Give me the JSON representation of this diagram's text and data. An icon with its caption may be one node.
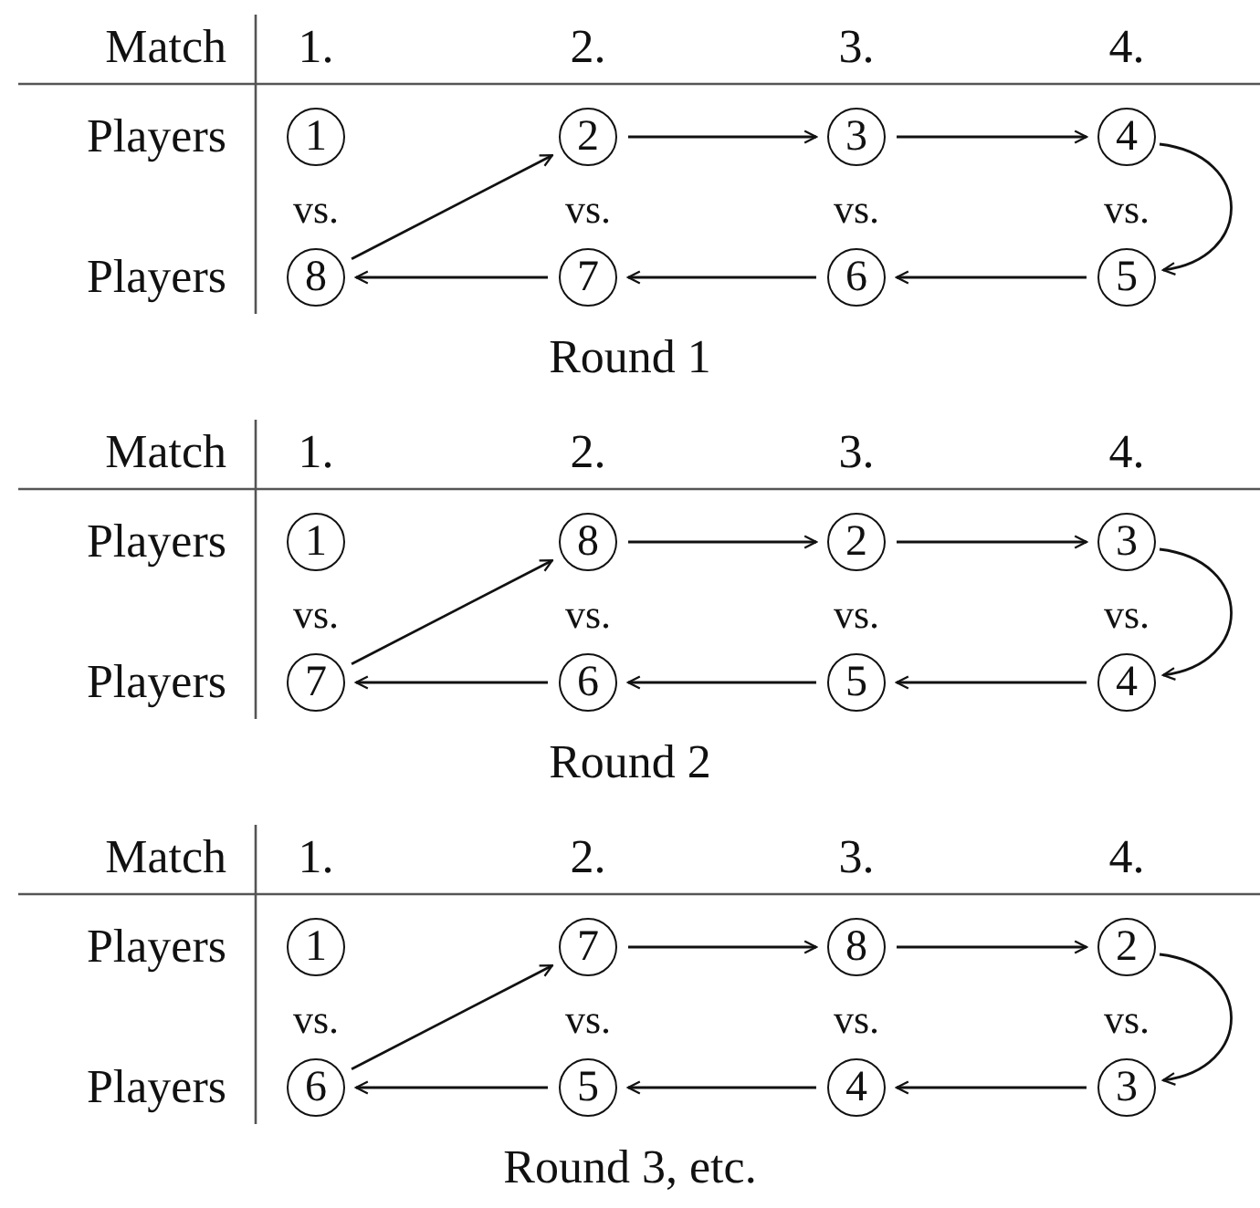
{
  "diagram": {
    "nodes": [
      {
        "text": [
          "1"
        ]
      },
      {
        "text": [
          "2"
        ]
      },
      {
        "text": [
          "3"
        ]
      },
      {
        "text": [
          "4"
        ]
      },
      {
        "text": [
          "8"
        ]
      },
      {
        "text": [
          "7"
        ]
      },
      {
        "text": [
          "6"
        ]
      },
      {
        "text": [
          "5"
        ]
      },
      {
        "text": [
          "1"
        ]
      },
      {
        "text": [
          "8"
        ]
      },
      {
        "text": [
          "2"
        ]
      },
      {
        "text": [
          "3"
        ]
      },
      {
        "text": [
          "7"
        ]
      },
      {
        "text": [
          "6"
        ]
      },
      {
        "text": [
          "5"
        ]
      },
      {
        "text": [
          "4"
        ]
      },
      {
        "text": [
          "1"
        ]
      },
      {
        "text": [
          "7"
        ]
      },
      {
        "text": [
          "8"
        ]
      },
      {
        "text": [
          "2"
        ]
      },
      {
        "text": [
          "6"
        ]
      },
      {
        "text": [
          "5"
        ]
      },
      {
        "text": [
          "4"
        ]
      },
      {
        "text": [
          "3"
        ]
      }
    ],
    "edges": [
      {
        "from": 1,
        "to": 2,
        "arrow": "to"
      },
      {
        "from": 2,
        "to": 3,
        "arrow": "to"
      },
      {
        "from": 3,
        "to": 7,
        "arrow": "to"
      },
      {
        "from": 7,
        "to": 6,
        "arrow": "to"
      },
      {
        "from": 6,
        "to": 5,
        "arrow": "to"
      },
      {
        "from": 5,
        "to": 4,
        "arrow": "to"
      },
      {
        "from": 4,
        "to": 1,
        "arrow": "to"
      },
      {
        "from": 9,
        "to": 10,
        "arrow": "to"
      },
      {
        "from": 10,
        "to": 11,
        "arrow": "to"
      },
      {
        "from": 11,
        "to": 15,
        "arrow": "to"
      },
      {
        "from": 15,
        "to": 14,
        "arrow": "to"
      },
      {
        "from": 14,
        "to": 13,
        "arrow": "to"
      },
      {
        "from": 13,
        "to": 12,
        "arrow": "to"
      },
      {
        "from": 12,
        "to": 9,
        "arrow": "to"
      },
      {
        "from": 17,
        "to": 18,
        "arrow": "to"
      },
      {
        "from": 18,
        "to": 19,
        "arrow": "to"
      },
      {
        "from": 19,
        "to": 23,
        "arrow": "to"
      },
      {
        "from": 23,
        "to": 22,
        "arrow": "to"
      },
      {
        "from": 22,
        "to": 21,
        "arrow": "to"
      },
      {
        "from": 21,
        "to": 20,
        "arrow": "to"
      },
      {
        "from": 20,
        "to": 17,
        "arrow": "to"
      }
    ],
    "labels": [
      "Match",
      "1.",
      "2.",
      "3.",
      "4.",
      "Players",
      "vs.",
      "vs.",
      "vs.",
      "vs.",
      "Players",
      "Round 1",
      "Match",
      "1.",
      "2.",
      "3.",
      "4.",
      "Players",
      "vs.",
      "vs.",
      "vs.",
      "vs.",
      "Players",
      "Round 2",
      "Match",
      "1.",
      "2.",
      "3.",
      "4.",
      "Players",
      "vs.",
      "vs.",
      "vs.",
      "vs.",
      "Players",
      "Round 3, etc."
    ]
  }
}
